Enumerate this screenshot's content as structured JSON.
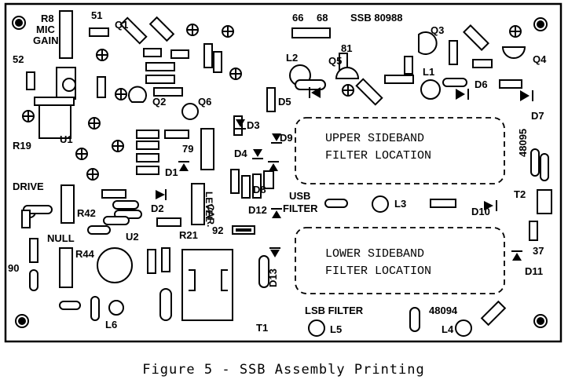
{
  "board": {
    "title": "SSB 80988",
    "upper_filter": {
      "line1": "UPPER  SIDEBAND",
      "line2": "FILTER LOCATION"
    },
    "lower_filter": {
      "line1": "LOWER  SIDEBAND",
      "line2": "FILTER LOCATION"
    },
    "labels": {
      "r8": "R8",
      "mic": "MIC",
      "gain": "GAIN",
      "n51": "51",
      "q1": "Q1",
      "n66": "66",
      "n68": "68",
      "q3": "Q3",
      "q4": "Q4",
      "n52": "52",
      "l2": "L2",
      "n81": "81",
      "q5": "Q5",
      "l1": "L1",
      "d6": "D6",
      "q2": "Q2",
      "q6": "Q6",
      "d5": "D5",
      "d3": "D3",
      "d7": "D7",
      "r19": "R19",
      "u1": "U1",
      "d9": "D9",
      "d4": "D4",
      "n79": "79",
      "n48095": "48095",
      "d1": "D1",
      "drive": "DRIVE",
      "d8": "D8",
      "usb": "USB",
      "filter": "FILTER",
      "l3": "L3",
      "t2": "T2",
      "d2": "D2",
      "car": "CAR.",
      "level": "LEVEL",
      "d12": "D12",
      "d10": "D10",
      "r42": "R42",
      "null": "NULL",
      "u2": "U2",
      "r21": "R21",
      "n92": "92",
      "n37": "37",
      "n90": "90",
      "r44": "R44",
      "d11": "D11",
      "d13": "D13",
      "lsb_filter": "LSB FILTER",
      "n48094": "48094",
      "l6": "L6",
      "t1": "T1",
      "l5": "L5",
      "l4": "L4"
    }
  },
  "caption": "Figure 5 - SSB Assembly Printing"
}
